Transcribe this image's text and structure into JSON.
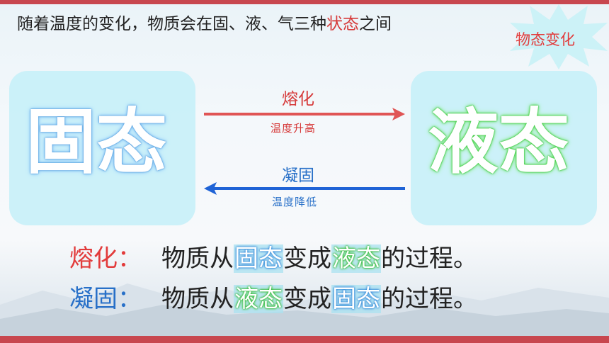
{
  "intro": {
    "text": "随着温度的变化，物质会在固、液、气三种",
    "highlight": "状态",
    "tail": "之间"
  },
  "badge": {
    "label": "物态变化"
  },
  "states": {
    "solid": "固态",
    "liquid": "液态"
  },
  "melting": {
    "label": "熔化",
    "condition": "温度升高",
    "color": "#e05555"
  },
  "freezing": {
    "label": "凝固",
    "condition": "温度降低",
    "color": "#1f63d6"
  },
  "definitions": [
    {
      "term": "熔化：",
      "pre": "物质从",
      "from": "固态",
      "mid": "变成",
      "to": "液态",
      "post": "的过程。"
    },
    {
      "term": "凝固：",
      "pre": "物质从",
      "from": "液态",
      "mid": "变成",
      "to": "固态",
      "post": "的过程。"
    }
  ]
}
